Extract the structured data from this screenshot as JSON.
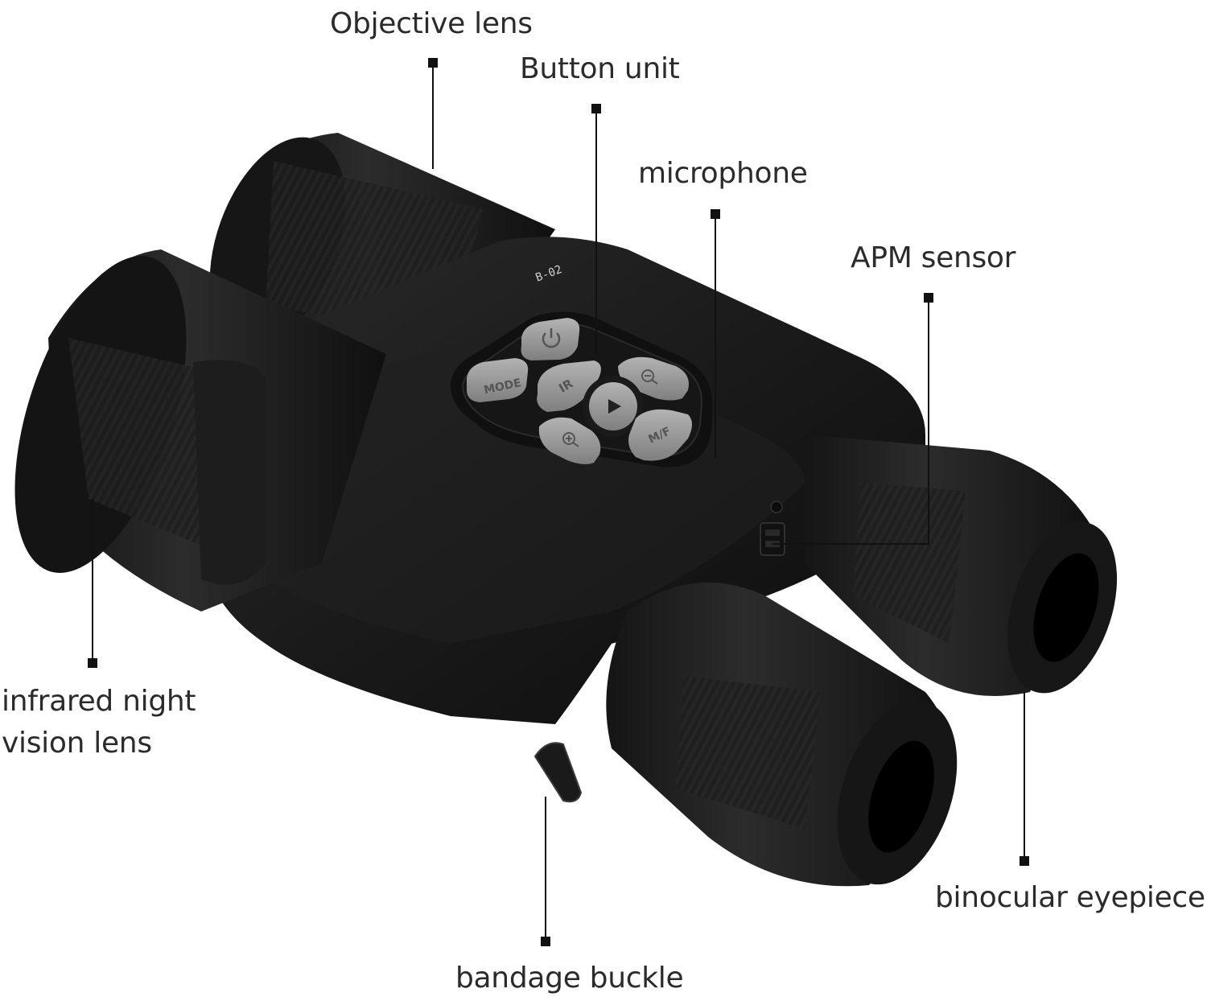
{
  "labels": {
    "objective_lens": "Objective  lens",
    "button_unit": "Button unit",
    "microphone": "microphone",
    "apm_sensor": "APM sensor",
    "infrared_line1": "infrared night",
    "infrared_line2": "vision lens",
    "bandage_buckle": "bandage buckle",
    "binocular_eyepiece": "binocular eyepiece"
  },
  "device": {
    "model_mark": "B-02",
    "buttons": {
      "mode": "MODE",
      "ir": "IR",
      "mf": "M/F"
    }
  },
  "colors": {
    "body": "#1b1b1b",
    "button_gray": "#9a9a9a",
    "leader_line": "#111111",
    "label_text": "#2b2b2b"
  }
}
